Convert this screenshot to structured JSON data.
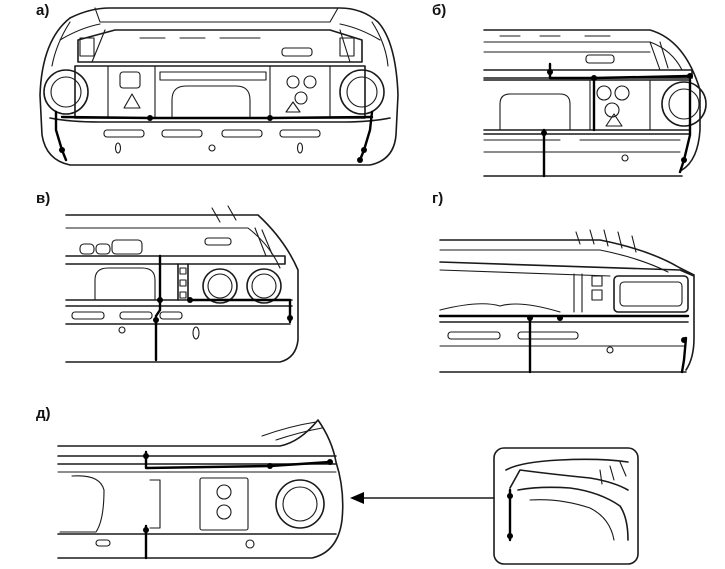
{
  "labels": {
    "a": "а)",
    "b": "б)",
    "v": "в)",
    "g": "г)",
    "d": "д)"
  },
  "colors": {
    "line": "#1a1a1a",
    "wire": "#000000",
    "background": "#ffffff"
  }
}
